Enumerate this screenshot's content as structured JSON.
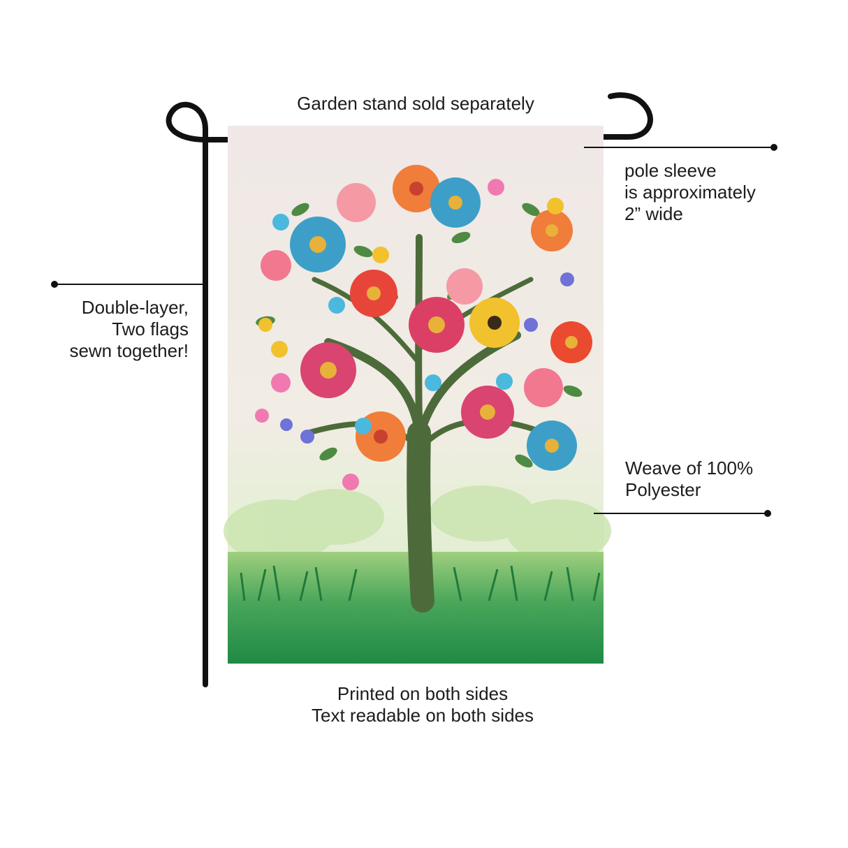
{
  "callouts": {
    "top": "Garden stand sold separately",
    "sleeve": [
      "pole sleeve",
      "is approximately",
      "2” wide"
    ],
    "layer": [
      "Double-layer,",
      "Two flags",
      "sewn together!"
    ],
    "material": [
      "Weave of 100%",
      "Polyester"
    ],
    "print": [
      "Printed on both sides",
      "Text readable on both sides"
    ]
  },
  "colors": {
    "flag_background": "#efe9e4",
    "grass": "#2f8f45",
    "trunk": "#4d6b3a",
    "stand": "#111111"
  },
  "icons": [
    "garden-stand-icon",
    "flower-tree-illustration"
  ]
}
